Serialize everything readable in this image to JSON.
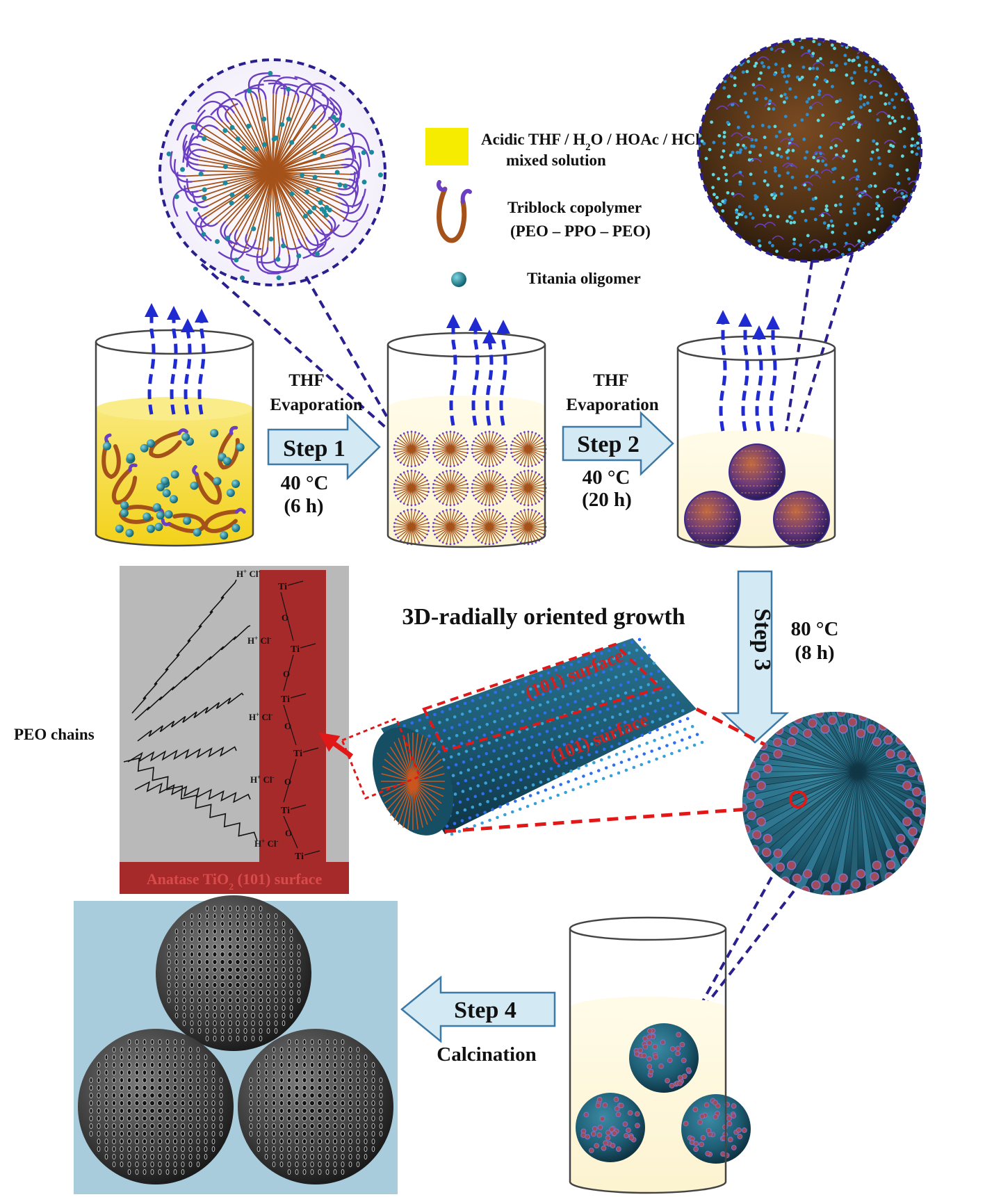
{
  "legend": {
    "solution_line1_pre": "Acidic THF / H",
    "solution_line1_sub": "2",
    "solution_line1_post": "O / HOAc / HCl",
    "solution_line2": "mixed solution",
    "copolymer_line1": "Triblock copolymer",
    "copolymer_line2": "(PEO – PPO – PEO)",
    "oligomer": "Titania  oligomer"
  },
  "step1": {
    "above1": "THF",
    "above2": "Evaporation",
    "label": "Step 1",
    "temp": "40 °C",
    "time": "(6 h)"
  },
  "step2": {
    "above1": "THF",
    "above2": "Evaporation",
    "label": "Step 2",
    "temp": "40 °C",
    "time": "(20 h)"
  },
  "step3": {
    "label": "Step 3",
    "temp": "80 °C",
    "time": "(8 h)"
  },
  "step4": {
    "label": "Step 4",
    "below": "Calcination"
  },
  "growth_title": "3D-radially oriented growth",
  "surface_label_1": "(101) surface",
  "surface_label_2": "(101) surface",
  "peo_chains": "PEO chains",
  "anatase_pre": "Anatase TiO",
  "anatase_sub": "2",
  "anatase_post": " (101) surface",
  "chem": {
    "ti": "Ti",
    "o": "O",
    "h": "H",
    "cl": "Cl",
    "plus": "+",
    "minus": "-"
  },
  "colors": {
    "dashed_navy": "#2a1f8f",
    "vapor_arrow": "#1f2bd0",
    "step_arrow_fill": "#d3e9f3",
    "step_arrow_stroke": "#3c79a6",
    "solution_yellow": "#f6dc3a",
    "pale_solution": "#fdf8df",
    "polymer_brown": "#a5521a",
    "polymer_purple": "#6b3fc2",
    "oligomer_teal": "#1c8a9a",
    "ti_surface_red": "#a62a2a",
    "grey_panel": "#b9b9b9",
    "red_dashed": "#e01818",
    "sphere_teal": "#1e5f76",
    "blue_panel": "#a9ccdc",
    "dark_sphere": "#4a4a4a"
  }
}
